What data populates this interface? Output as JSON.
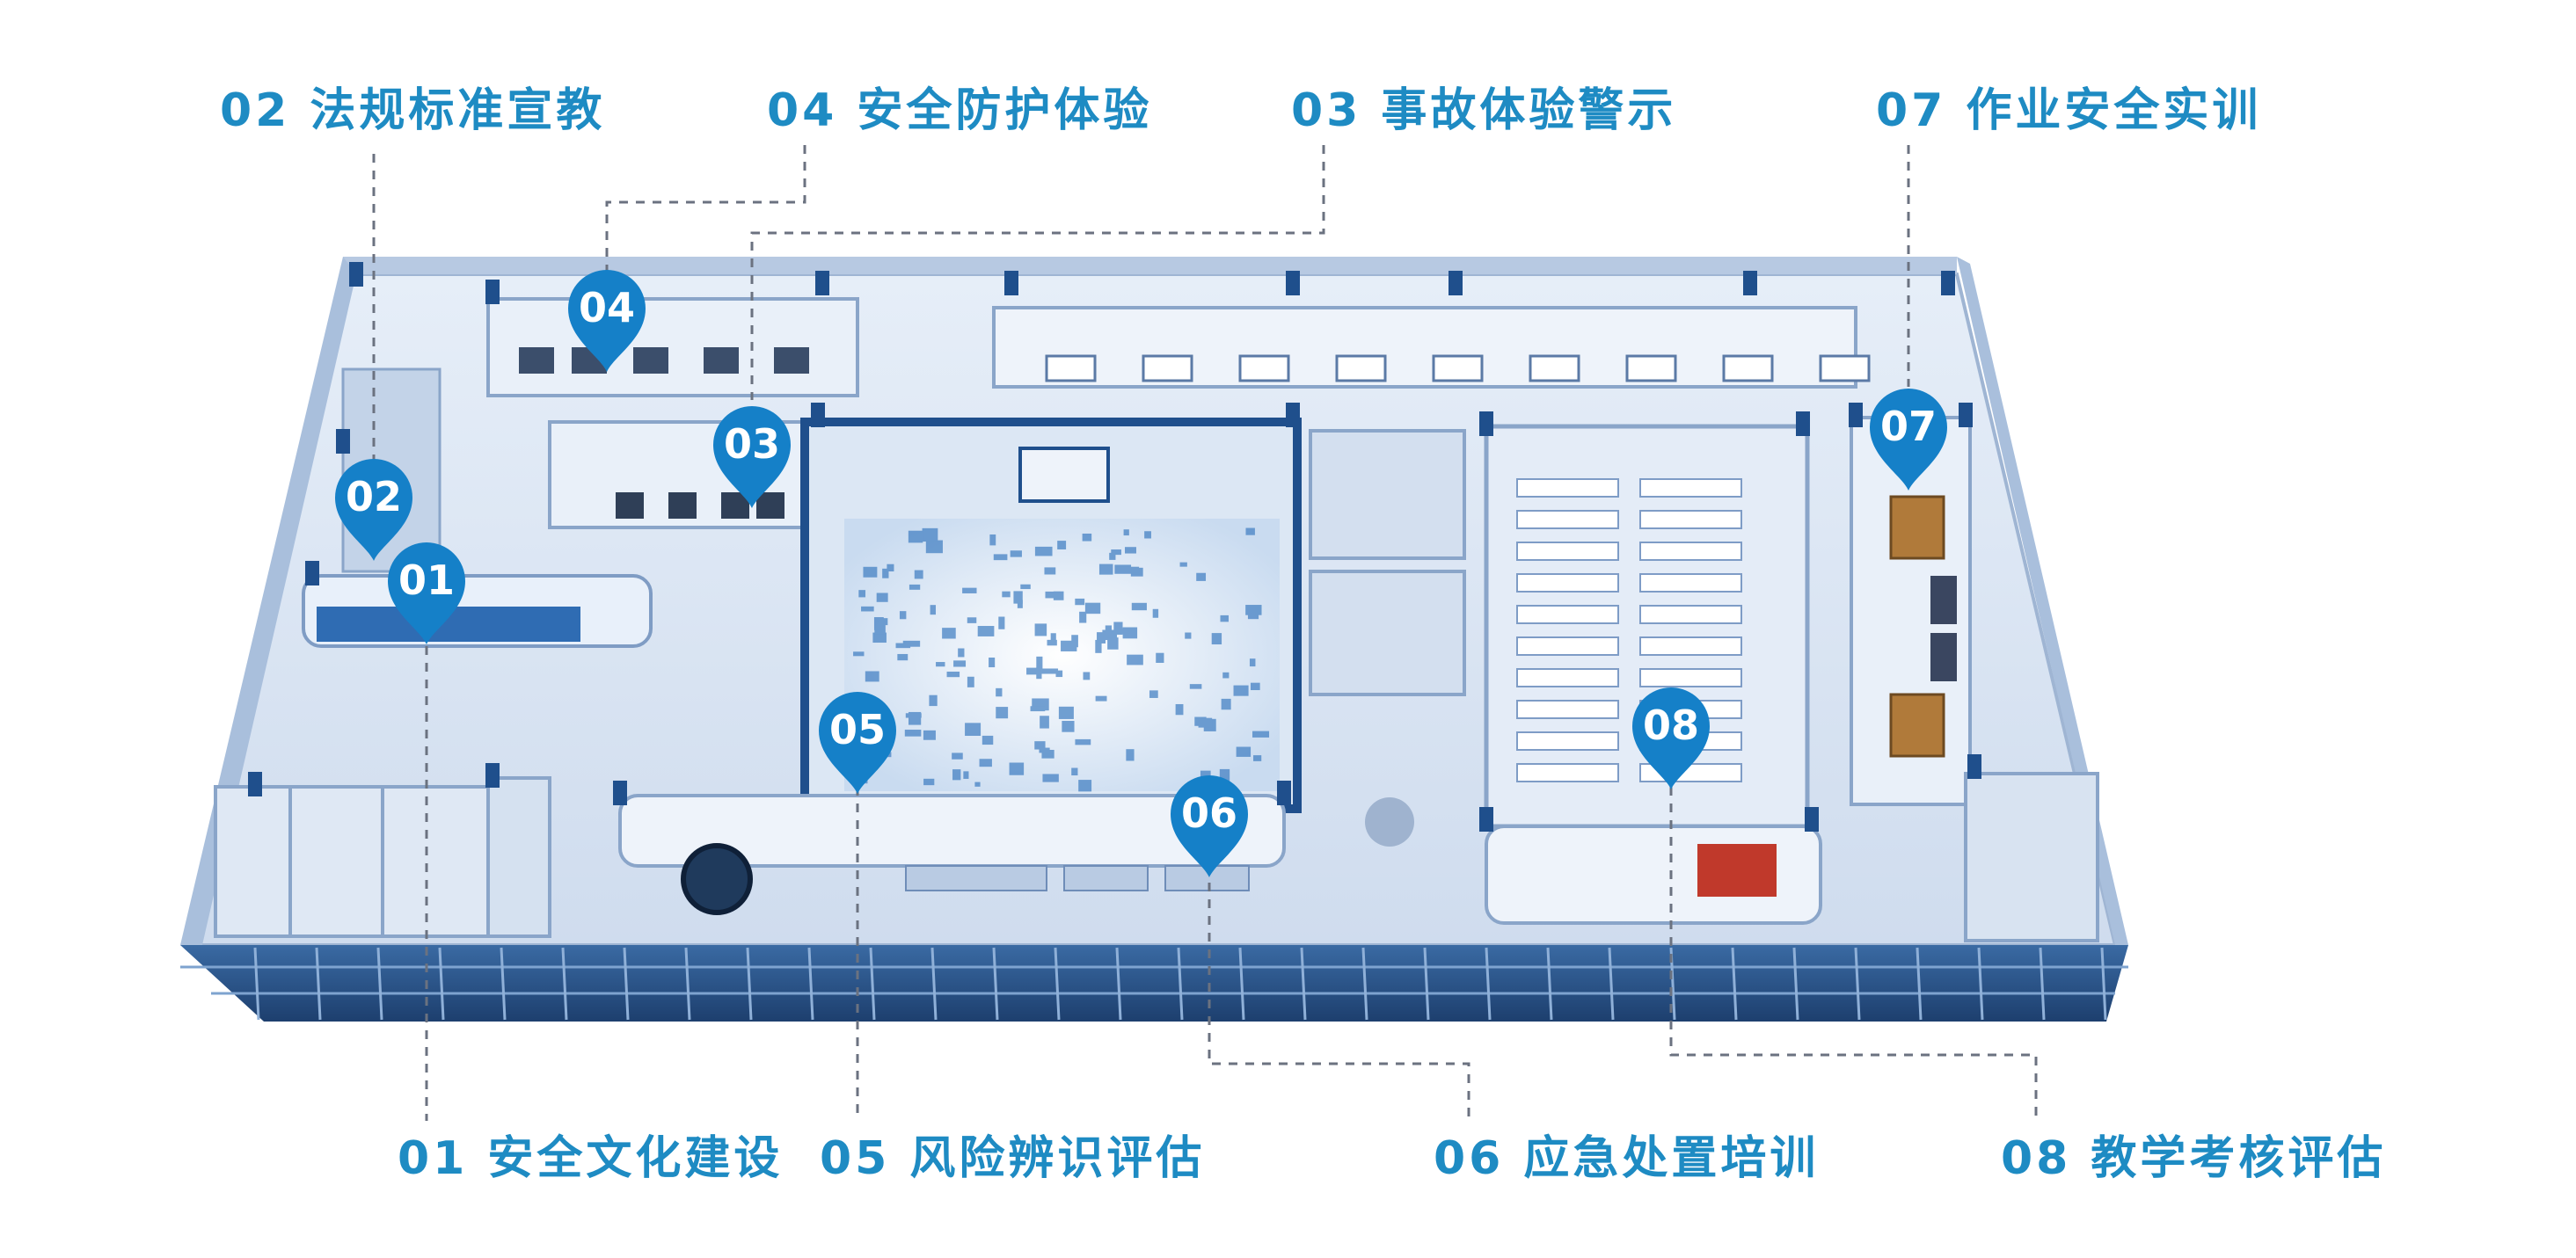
{
  "colors": {
    "label": "#1e8bc3",
    "pin": "#1580c8",
    "connector": "#6b7280",
    "floor": "#dbe6f3",
    "wall": "#c6d6ea",
    "wall_dark": "#1f4f8c",
    "glass": "#2d5d96"
  },
  "zones": [
    {
      "id": "01",
      "name": "安全文化建设"
    },
    {
      "id": "02",
      "name": "法规标准宣教"
    },
    {
      "id": "03",
      "name": "事故体验警示"
    },
    {
      "id": "04",
      "name": "安全防护体验"
    },
    {
      "id": "05",
      "name": "风险辨识评估"
    },
    {
      "id": "06",
      "name": "应急处置培训"
    },
    {
      "id": "07",
      "name": "作业安全实训"
    },
    {
      "id": "08",
      "name": "教学考核评估"
    }
  ],
  "pins": [
    {
      "id": "01",
      "icon": "map-pin-icon"
    },
    {
      "id": "02",
      "icon": "map-pin-icon"
    },
    {
      "id": "03",
      "icon": "map-pin-icon"
    },
    {
      "id": "04",
      "icon": "map-pin-icon"
    },
    {
      "id": "05",
      "icon": "map-pin-icon"
    },
    {
      "id": "06",
      "icon": "map-pin-icon"
    },
    {
      "id": "07",
      "icon": "map-pin-icon"
    },
    {
      "id": "08",
      "icon": "map-pin-icon"
    }
  ]
}
